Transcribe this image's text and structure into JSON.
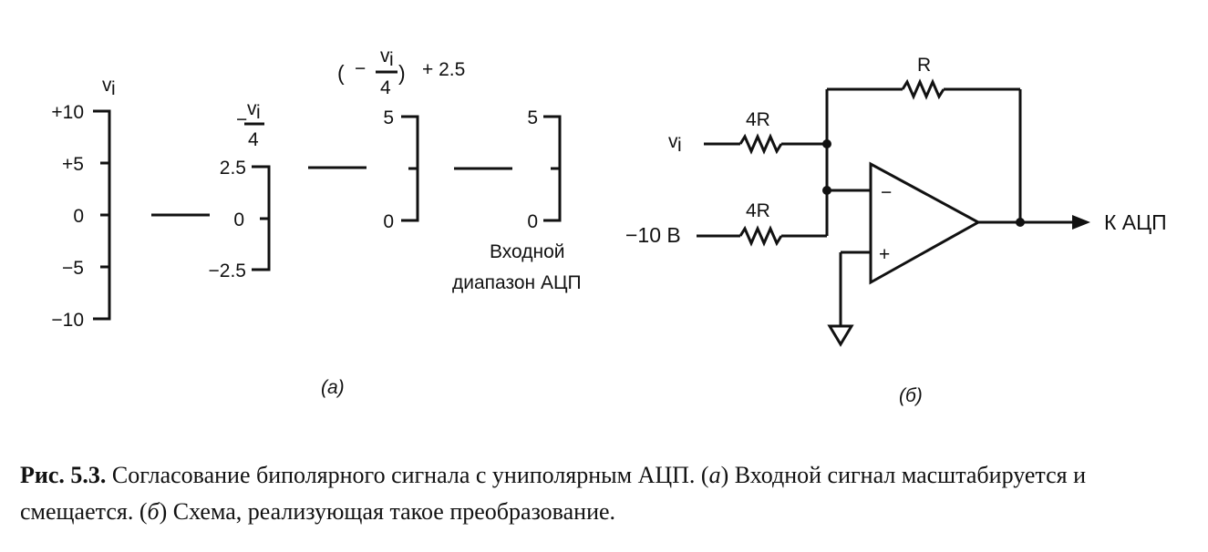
{
  "panel_a": {
    "scale1": {
      "var": "v",
      "sub": "i",
      "ticks": [
        "+10",
        "+5",
        "0",
        "−5",
        "−10"
      ]
    },
    "scale2": {
      "prefix": "−",
      "num": "v",
      "sub": "i",
      "den": "4",
      "ticks": [
        "2.5",
        "0",
        "−2.5"
      ]
    },
    "scale3": {
      "open": "(",
      "minus": "−",
      "num": "v",
      "sub": "i",
      "den": "4",
      "close": ")",
      "suffix": "+ 2.5",
      "ticks": [
        "5",
        "0"
      ]
    },
    "scale4": {
      "ticks": [
        "5",
        "0"
      ],
      "label_line1": "Входной",
      "label_line2": "диапазон АЦП"
    },
    "label": "(а)"
  },
  "panel_b": {
    "input_var": "v",
    "input_sub": "i",
    "ref_voltage": "−10 В",
    "r_in": "4R",
    "r_ref": "4R",
    "r_fb": "R",
    "inverting": "−",
    "noninverting": "+",
    "output": "К АЦП",
    "label": "(б)"
  },
  "caption": {
    "number": "Рис. 5.3.",
    "text1": " Согласование биполярного сигнала с униполярным АЦП. (",
    "a": "а",
    "text2": ") Входной сигнал масштабируется и смещается. (",
    "b": "б",
    "text3": ") Схема, реализующая такое преобразование."
  }
}
